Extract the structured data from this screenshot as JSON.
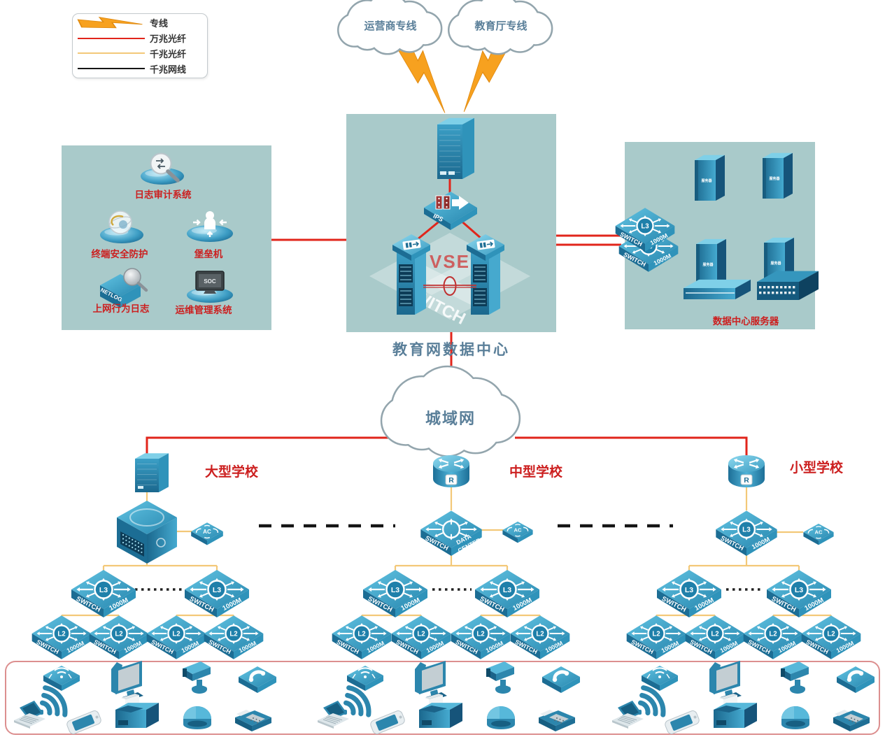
{
  "legend": {
    "items": [
      {
        "icon": "lightning",
        "label": "专线"
      },
      {
        "icon": "red-line",
        "label": "万兆光纤"
      },
      {
        "icon": "yellow-line",
        "label": "千兆光纤"
      },
      {
        "icon": "black-line",
        "label": "千兆网线"
      }
    ]
  },
  "clouds": {
    "isp": "运营商专线",
    "edu": "教育厅专线",
    "metro": "城域网"
  },
  "datacenter": {
    "title": "教育网数据中心",
    "servers_label": "数据中心服务器",
    "vse": "VSE",
    "ips": "IPS",
    "switch_watermark": "SWITCH",
    "server_mark": "服务器"
  },
  "security_panel": {
    "items": [
      "日志审计系统",
      "终端安全防护",
      "堡垒机",
      "上网行为日志",
      "运维管理系统"
    ],
    "netlog": "NETLOG",
    "soc": "SOC"
  },
  "schools": [
    {
      "name": "大型学校"
    },
    {
      "name": "中型学校"
    },
    {
      "name": "小型学校"
    }
  ],
  "device_text": {
    "switch": "SWITCH",
    "speed": "1000M",
    "l3": "L3",
    "l2": "L2",
    "ac": "AC",
    "router": "R",
    "data1": "DATA",
    "data2": "CENTER"
  },
  "colors": {
    "red_line": "#e1251b",
    "yellow_line": "#f3c878",
    "black_line": "#151515",
    "panel": "#a9caca",
    "label_red": "#cc1f1f",
    "label_blue": "#5a7f99",
    "device_blue": "#2a84ad",
    "lightning": "#f7a11f"
  }
}
